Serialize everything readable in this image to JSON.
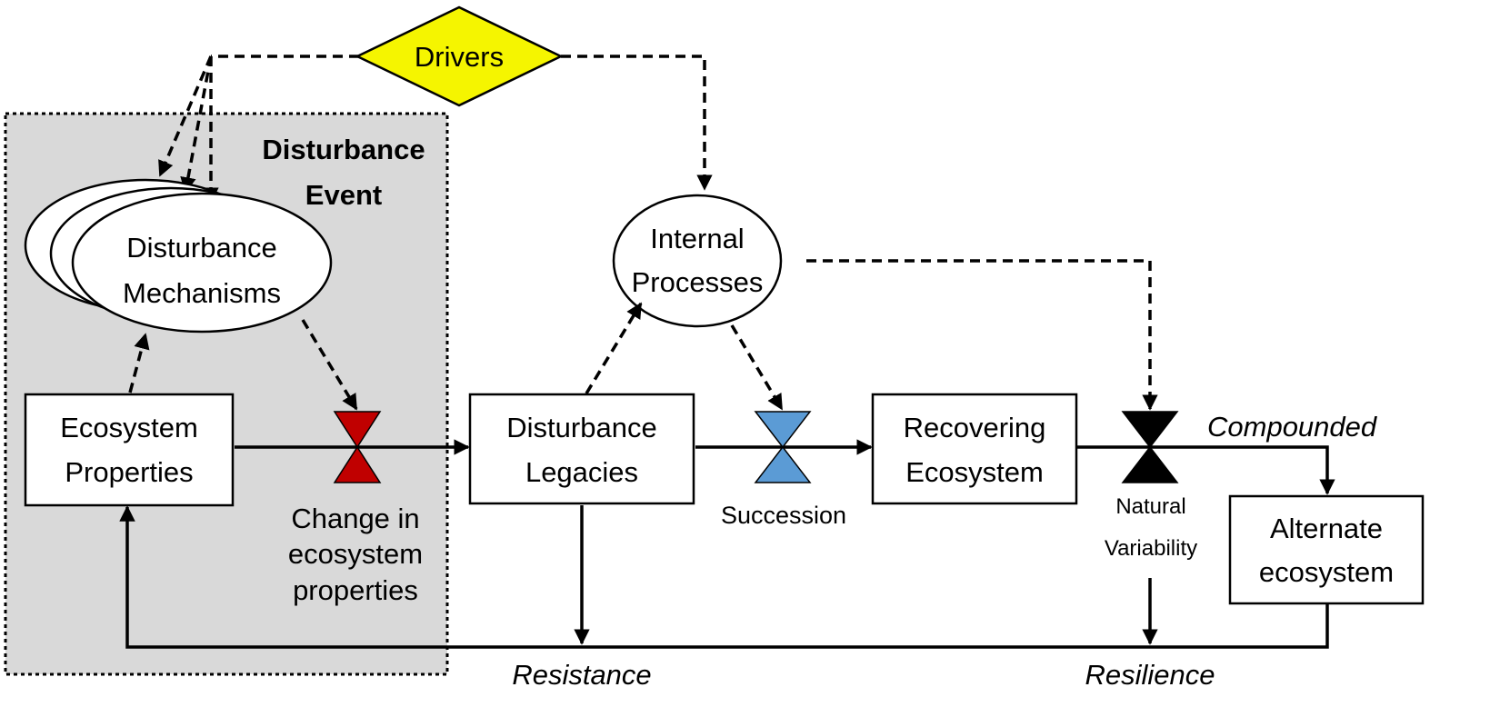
{
  "nodes": {
    "drivers": "Drivers",
    "disturbance_event": [
      "Disturbance",
      "Event"
    ],
    "disturbance_mechanisms": [
      "Disturbance",
      "Mechanisms"
    ],
    "internal_processes": [
      "Internal",
      "Processes"
    ],
    "ecosystem_properties": [
      "Ecosystem",
      "Properties"
    ],
    "disturbance_legacies": [
      "Disturbance",
      "Legacies"
    ],
    "recovering_ecosystem": [
      "Recovering",
      "Ecosystem"
    ],
    "alternate_ecosystem": [
      "Alternate",
      "ecosystem"
    ]
  },
  "valves": {
    "change": {
      "label": [
        "Change in",
        "ecosystem",
        "properties"
      ],
      "color": "#c00000",
      "label_color": "#b22222"
    },
    "succession": {
      "label": "Succession",
      "color": "#5b9bd5",
      "label_color": "#2e75b6"
    },
    "natural_variability": {
      "label": [
        "Natural",
        "Variability"
      ],
      "color": "#000000",
      "label_color": "#000000"
    }
  },
  "outcomes": {
    "compounded": "Compounded",
    "resistance": "Resistance",
    "resilience": "Resilience"
  },
  "colors": {
    "drivers_fill": "#f5f500",
    "event_panel": "#d9d9d9"
  }
}
